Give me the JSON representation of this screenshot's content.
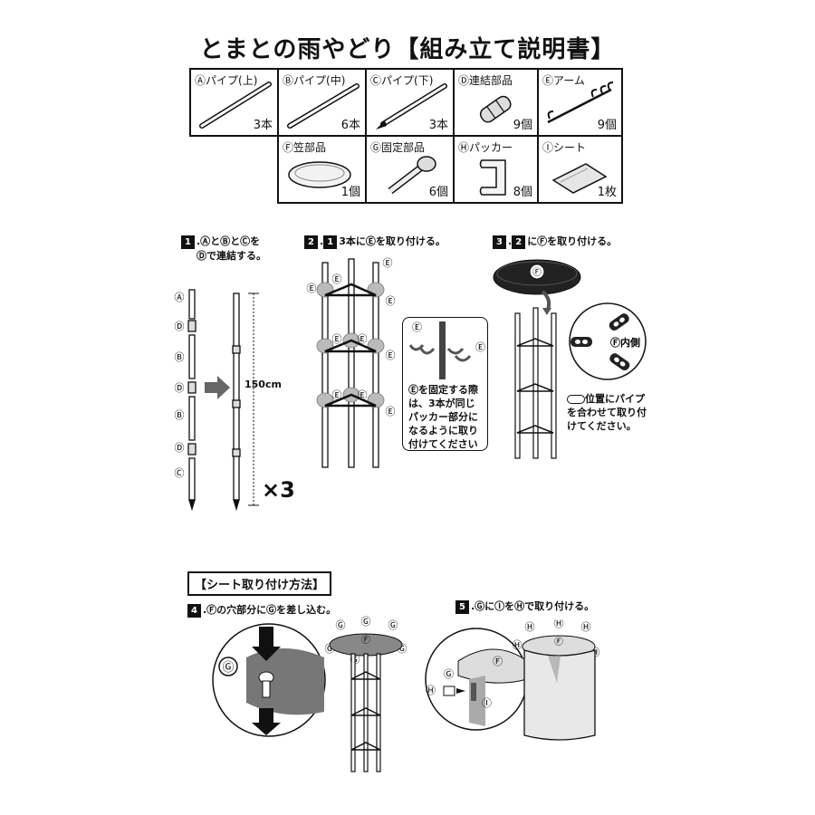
{
  "title": "とまとの雨やどり【組み立て説明書】",
  "parts": [
    {
      "key": "A",
      "mark": "Ⓐ",
      "name": "パイプ(上)",
      "count": "3本"
    },
    {
      "key": "B",
      "mark": "Ⓑ",
      "name": "パイプ(中)",
      "count": "6本"
    },
    {
      "key": "C",
      "mark": "Ⓒ",
      "name": "パイプ(下)",
      "count": "3本"
    },
    {
      "key": "D",
      "mark": "Ⓓ",
      "name": "連結部品",
      "count": "9個"
    },
    {
      "key": "E",
      "mark": "Ⓔ",
      "name": "アーム",
      "count": "9個"
    },
    {
      "key": "F",
      "mark": "Ⓕ",
      "name": "笠部品",
      "count": "1個"
    },
    {
      "key": "G",
      "mark": "Ⓖ",
      "name": "固定部品",
      "count": "6個"
    },
    {
      "key": "H",
      "mark": "Ⓗ",
      "name": "パッカー",
      "count": "8個"
    },
    {
      "key": "I",
      "mark": "Ⓘ",
      "name": "シート",
      "count": "1枚"
    }
  ],
  "steps": {
    "s1_num": "1",
    "s1_line1": ".ⒶとⒷとⒸを",
    "s1_line2": "Ⓓで連結する。",
    "s1_length": "150cm",
    "s1_times": "×3",
    "s2_num": "2",
    "s2_ref": "1",
    "s2_text": "3本にⒺを取り付ける。",
    "s2_note": "Ⓔを固定する際は、3本が同じパッカー部分になるように取り付けてください",
    "s3_num": "3",
    "s3_ref": "2",
    "s3_text": "にⒻを取り付ける。",
    "s3_inner": "Ⓕ内側",
    "s3_note": "位置にパイプを合わせて取り付けてください。",
    "section": "【シート取り付け方法】",
    "s4_num": "4",
    "s4_text": ".Ⓕの穴部分にⒼを差し込む。",
    "s5_num": "5",
    "s5_text": ".ⒼにⒾをⒽで取り付ける。"
  },
  "labels": {
    "A": "Ⓐ",
    "B": "Ⓑ",
    "C": "Ⓒ",
    "D": "Ⓓ",
    "E": "Ⓔ",
    "F": "Ⓕ",
    "G": "Ⓖ",
    "H": "Ⓗ",
    "I": "Ⓘ"
  }
}
